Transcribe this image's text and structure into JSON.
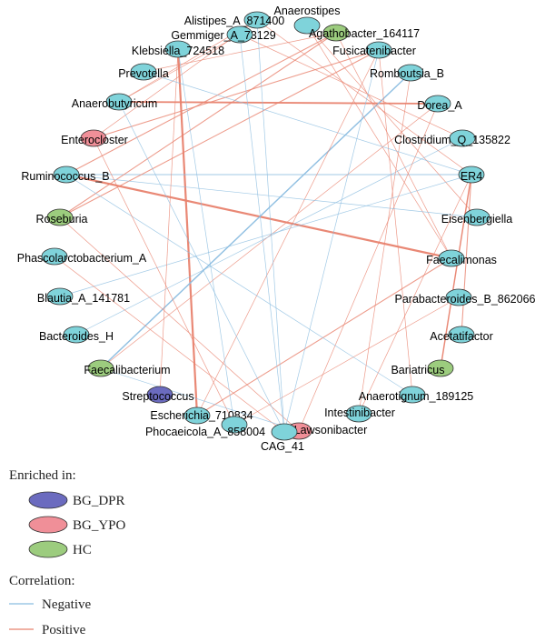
{
  "colors": {
    "BG_DPR": "#6b6bbf",
    "BG_YPO": "#f08f98",
    "HC": "#9ccc7e",
    "neutral": "#7fd3da",
    "negative": "#8bbde0",
    "positive": "#e8826e"
  },
  "legend": {
    "enriched_title": "Enriched in:",
    "enriched_items": [
      {
        "label": "BG_DPR",
        "color_key": "BG_DPR"
      },
      {
        "label": "BG_YPO",
        "color_key": "BG_YPO"
      },
      {
        "label": "HC",
        "color_key": "HC"
      }
    ],
    "correlation_title": "Correlation:",
    "correlation_items": [
      {
        "label": "Negative",
        "color_key": "negative"
      },
      {
        "label": "Positive",
        "color_key": "positive"
      }
    ]
  },
  "nodes": [
    {
      "id": "anaerostipes",
      "label": "Anaerostipes",
      "group": "neutral"
    },
    {
      "id": "alistipes",
      "label": "Alistipes_A_871400",
      "group": "neutral"
    },
    {
      "id": "agathobacter",
      "label": "Agathobacter_164117",
      "group": "HC"
    },
    {
      "id": "gemmiger",
      "label": "Gemmiger_A_73129",
      "group": "neutral"
    },
    {
      "id": "klebsiella",
      "label": "Klebsiella_724518",
      "group": "neutral"
    },
    {
      "id": "fusicatenibacter",
      "label": "Fusicatenibacter",
      "group": "neutral"
    },
    {
      "id": "prevotella",
      "label": "Prevotella",
      "group": "neutral"
    },
    {
      "id": "romboutsia",
      "label": "Romboutsia_B",
      "group": "neutral"
    },
    {
      "id": "anaerobutyricum",
      "label": "Anaerobutyricum",
      "group": "neutral"
    },
    {
      "id": "dorea",
      "label": "Dorea_A",
      "group": "neutral"
    },
    {
      "id": "enterocloster",
      "label": "Enterocloster",
      "group": "BG_YPO"
    },
    {
      "id": "clostridium",
      "label": "Clostridium_Q_135822",
      "group": "neutral"
    },
    {
      "id": "ruminococcus",
      "label": "Ruminococcus_B",
      "group": "neutral"
    },
    {
      "id": "er4",
      "label": "ER4",
      "group": "neutral"
    },
    {
      "id": "roseburia",
      "label": "Roseburia",
      "group": "HC"
    },
    {
      "id": "eisenbergiella",
      "label": "Eisenbergiella",
      "group": "neutral"
    },
    {
      "id": "phascolarctobacterium",
      "label": "Phascolarctobacterium_A",
      "group": "neutral"
    },
    {
      "id": "faecalimonas",
      "label": "Faecalimonas",
      "group": "neutral"
    },
    {
      "id": "blautia",
      "label": "Blautia_A_141781",
      "group": "neutral"
    },
    {
      "id": "parabacteroides",
      "label": "Parabacteroides_B_862066",
      "group": "neutral"
    },
    {
      "id": "bacteroides",
      "label": "Bacteroides_H",
      "group": "neutral"
    },
    {
      "id": "acetatifactor",
      "label": "Acetatifactor",
      "group": "neutral"
    },
    {
      "id": "faecalibacterium",
      "label": "Faecalibacterium",
      "group": "HC"
    },
    {
      "id": "bariatricus",
      "label": "Bariatricus",
      "group": "HC"
    },
    {
      "id": "streptococcus",
      "label": "Streptococcus",
      "group": "BG_DPR"
    },
    {
      "id": "anaerotignum",
      "label": "Anaerotignum_189125",
      "group": "neutral"
    },
    {
      "id": "escherichia",
      "label": "Escherichia_710834",
      "group": "neutral"
    },
    {
      "id": "intestinibacter",
      "label": "Intestinibacter",
      "group": "neutral"
    },
    {
      "id": "phocaeicola",
      "label": "Phocaeicola_A_858004",
      "group": "neutral"
    },
    {
      "id": "lawsonibacter",
      "label": "Lawsonibacter",
      "group": "BG_YPO"
    },
    {
      "id": "cag41",
      "label": "CAG_41",
      "group": "neutral"
    }
  ],
  "edges": [
    {
      "source": "klebsiella",
      "target": "escherichia",
      "sign": "positive",
      "weight": 3
    },
    {
      "source": "ruminococcus",
      "target": "faecalimonas",
      "sign": "positive",
      "weight": 3
    },
    {
      "source": "anaerobutyricum",
      "target": "dorea",
      "sign": "positive",
      "weight": 2.5
    },
    {
      "source": "romboutsia",
      "target": "faecalibacterium",
      "sign": "negative",
      "weight": 2
    },
    {
      "source": "ruminococcus",
      "target": "er4",
      "sign": "negative",
      "weight": 1.5
    },
    {
      "source": "er4",
      "target": "bariatricus",
      "sign": "positive",
      "weight": 2
    },
    {
      "source": "er4",
      "target": "acetatifactor",
      "sign": "positive",
      "weight": 1.5
    },
    {
      "source": "enterocloster",
      "target": "fusicatenibacter",
      "sign": "positive",
      "weight": 1.5
    },
    {
      "source": "ruminococcus",
      "target": "agathobacter",
      "sign": "positive",
      "weight": 1.5
    },
    {
      "source": "roseburia",
      "target": "fusicatenibacter",
      "sign": "positive",
      "weight": 1.5
    },
    {
      "source": "prevotella",
      "target": "agathobacter",
      "sign": "positive",
      "weight": 1
    },
    {
      "source": "anaerobutyricum",
      "target": "alistipes",
      "sign": "positive",
      "weight": 1
    },
    {
      "source": "anaerobutyricum",
      "target": "gemmiger",
      "sign": "positive",
      "weight": 1
    },
    {
      "source": "enterocloster",
      "target": "alistipes",
      "sign": "positive",
      "weight": 1
    },
    {
      "source": "roseburia",
      "target": "agathobacter",
      "sign": "positive",
      "weight": 1.5
    },
    {
      "source": "gemmiger",
      "target": "clostridium",
      "sign": "positive",
      "weight": 1
    },
    {
      "source": "alistipes",
      "target": "er4",
      "sign": "positive",
      "weight": 1
    },
    {
      "source": "anaerostipes",
      "target": "eisenbergiella",
      "sign": "positive",
      "weight": 1
    },
    {
      "source": "anaerostipes",
      "target": "faecalimonas",
      "sign": "positive",
      "weight": 1
    },
    {
      "source": "agathobacter",
      "target": "faecalimonas",
      "sign": "positive",
      "weight": 1
    },
    {
      "source": "fusicatenibacter",
      "target": "anaerotignum",
      "sign": "positive",
      "weight": 1
    },
    {
      "source": "fusicatenibacter",
      "target": "escherichia",
      "sign": "positive",
      "weight": 1
    },
    {
      "source": "dorea",
      "target": "faecalibacterium",
      "sign": "positive",
      "weight": 1
    },
    {
      "source": "clostridium",
      "target": "bacteroides",
      "sign": "negative",
      "weight": 1
    },
    {
      "source": "er4",
      "target": "blautia",
      "sign": "negative",
      "weight": 1
    },
    {
      "source": "er4",
      "target": "intestinibacter",
      "sign": "positive",
      "weight": 1
    },
    {
      "source": "dorea",
      "target": "lawsonibacter",
      "sign": "positive",
      "weight": 1
    },
    {
      "source": "faecalimonas",
      "target": "escherichia",
      "sign": "positive",
      "weight": 1.5
    },
    {
      "source": "parabacteroides",
      "target": "phocaeicola",
      "sign": "positive",
      "weight": 1
    },
    {
      "source": "ruminococcus",
      "target": "eisenbergiella",
      "sign": "negative",
      "weight": 1
    },
    {
      "source": "ruminococcus",
      "target": "anaerotignum",
      "sign": "negative",
      "weight": 1
    },
    {
      "source": "roseburia",
      "target": "lawsonibacter",
      "sign": "positive",
      "weight": 1
    },
    {
      "source": "phascolarctobacterium",
      "target": "cag41",
      "sign": "positive",
      "weight": 1
    },
    {
      "source": "enterocloster",
      "target": "phocaeicola",
      "sign": "positive",
      "weight": 1
    },
    {
      "source": "alistipes",
      "target": "cag41",
      "sign": "negative",
      "weight": 1
    },
    {
      "source": "gemmiger",
      "target": "cag41",
      "sign": "negative",
      "weight": 1
    },
    {
      "source": "klebsiella",
      "target": "phocaeicola",
      "sign": "negative",
      "weight": 1
    },
    {
      "source": "faecalibacterium",
      "target": "lawsonibacter",
      "sign": "negative",
      "weight": 1
    },
    {
      "source": "streptococcus",
      "target": "klebsiella",
      "sign": "positive",
      "weight": 1
    },
    {
      "source": "romboutsia",
      "target": "intestinibacter",
      "sign": "positive",
      "weight": 1
    },
    {
      "source": "prevotella",
      "target": "er4",
      "sign": "negative",
      "weight": 1
    },
    {
      "source": "anaerobutyricum",
      "target": "cag41",
      "sign": "negative",
      "weight": 1
    },
    {
      "source": "fusicatenibacter",
      "target": "cag41",
      "sign": "negative",
      "weight": 1
    }
  ]
}
